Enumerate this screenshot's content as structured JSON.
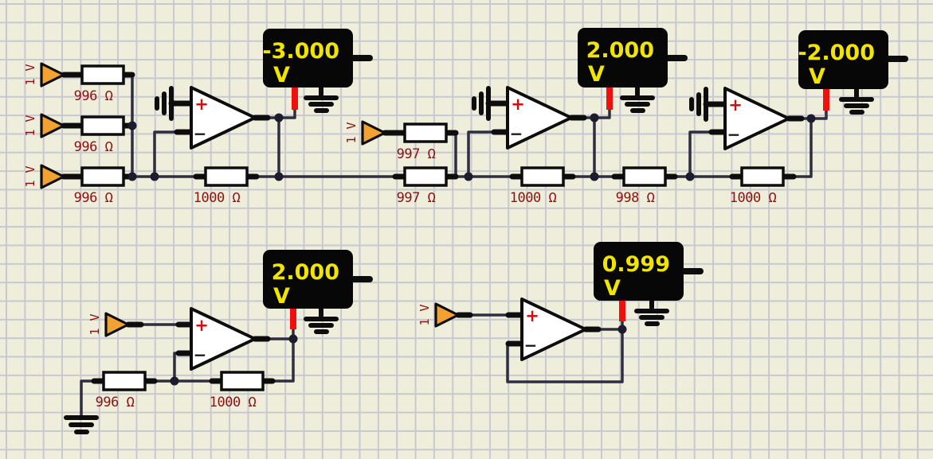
{
  "colors": {
    "background": "#eeeedb",
    "grid": "#c8c8d0",
    "wire": "#2e2e40",
    "pin_black": "#0d0d0d",
    "component_label": "#8b1212",
    "meter_background": "#070707",
    "meter_text": "#f0e400",
    "probe_lead_red": "#ee0f0f",
    "source_fill": "#f2a232"
  },
  "sources": [
    {
      "label": "1 V"
    },
    {
      "label": "1 V"
    },
    {
      "label": "1 V"
    },
    {
      "label": "1 V"
    },
    {
      "label": "1 V"
    },
    {
      "label": "1 V"
    }
  ],
  "resistors": [
    {
      "label": "996 Ω"
    },
    {
      "label": "996 Ω"
    },
    {
      "label": "996 Ω"
    },
    {
      "label": "1000 Ω"
    },
    {
      "label": "997 Ω"
    },
    {
      "label": "997 Ω"
    },
    {
      "label": "1000 Ω"
    },
    {
      "label": "998 Ω"
    },
    {
      "label": "1000 Ω"
    },
    {
      "label": "996 Ω"
    },
    {
      "label": "1000 Ω"
    }
  ],
  "meters": [
    {
      "value": "-3.000",
      "unit": "V"
    },
    {
      "value": "2.000",
      "unit": "V"
    },
    {
      "value": "-2.000",
      "unit": "V"
    },
    {
      "value": "2.000",
      "unit": "V"
    },
    {
      "value": "0.999",
      "unit": "V"
    }
  ],
  "opamp": {
    "plus_label": "+",
    "minus_label": "−"
  }
}
